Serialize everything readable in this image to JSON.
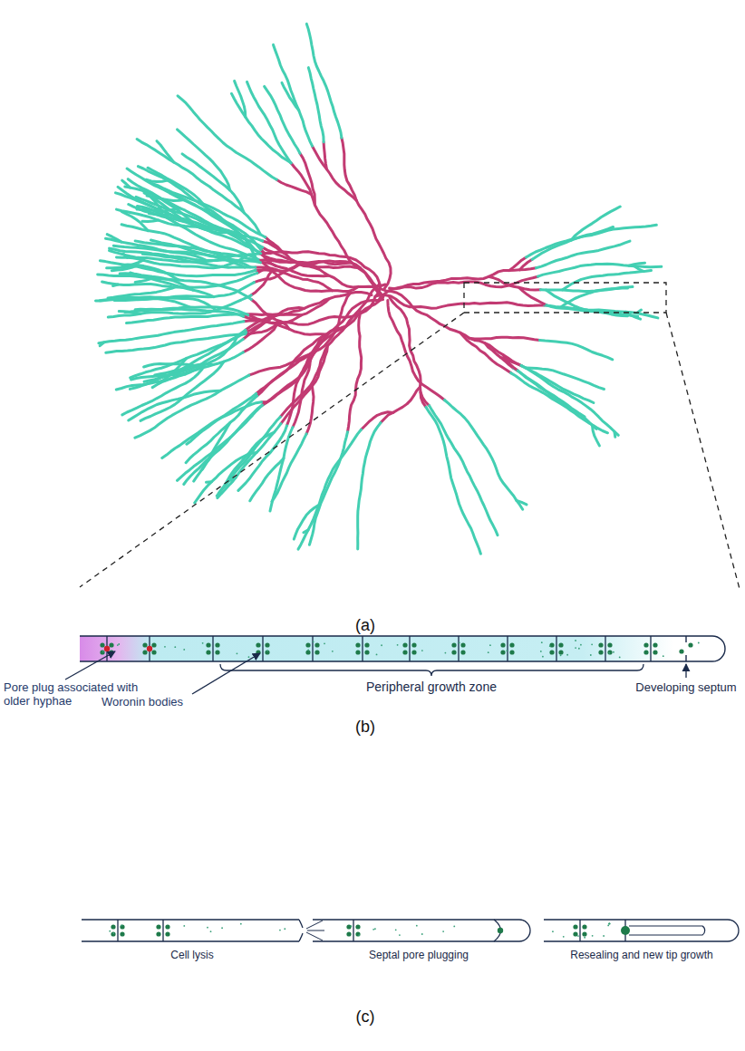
{
  "diagram": {
    "labels": [
      "(a)",
      "Pore plug associated with older hyphae",
      "Woronin bodies",
      "Peripheral growth zone",
      "Developing septum",
      "(b)",
      "Cell lysis",
      "Septal pore plugging",
      "Resealing and new tip growth",
      "(c)"
    ]
  }
}
